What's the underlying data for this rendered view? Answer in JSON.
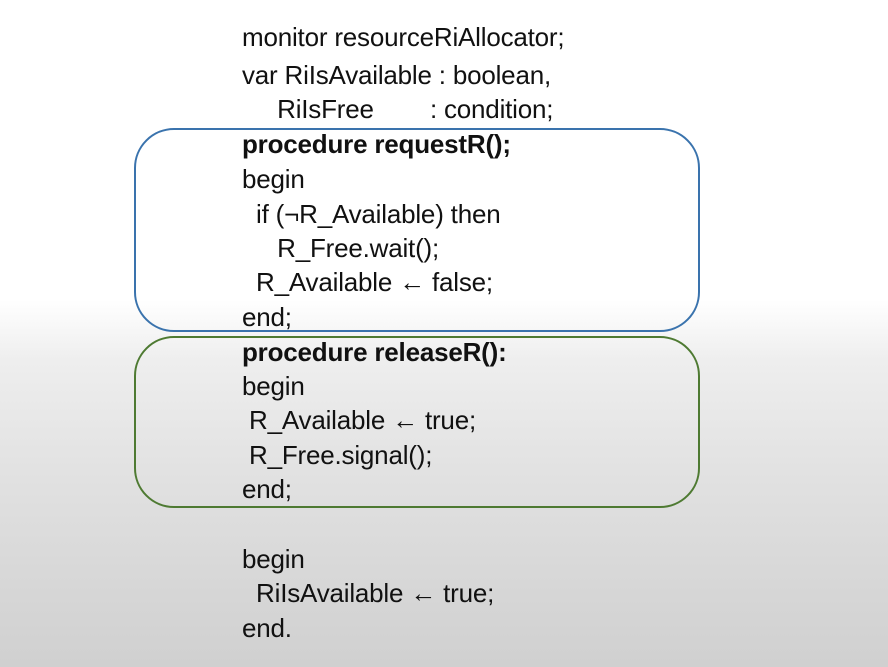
{
  "code": {
    "header": [
      "monitor resourceRiAllocator;",
      "var RiIsAvailable : boolean,",
      "     RiIsFree        : condition;"
    ],
    "request_block": [
      "procedure requestR();",
      "begin",
      "  if (¬R_Available) then",
      "     R_Free.wait();",
      "  R_Available ← false;",
      "end;"
    ],
    "release_block": [
      "procedure releaseR():",
      "begin",
      " R_Available ← true;",
      " R_Free.signal();",
      "end;"
    ],
    "init_block": [
      "begin",
      "  RiIsAvailable ← true;",
      "end."
    ]
  },
  "colors": {
    "request_box_border": "#3a73ad",
    "release_box_border": "#4e7a32",
    "text": "#111111"
  }
}
